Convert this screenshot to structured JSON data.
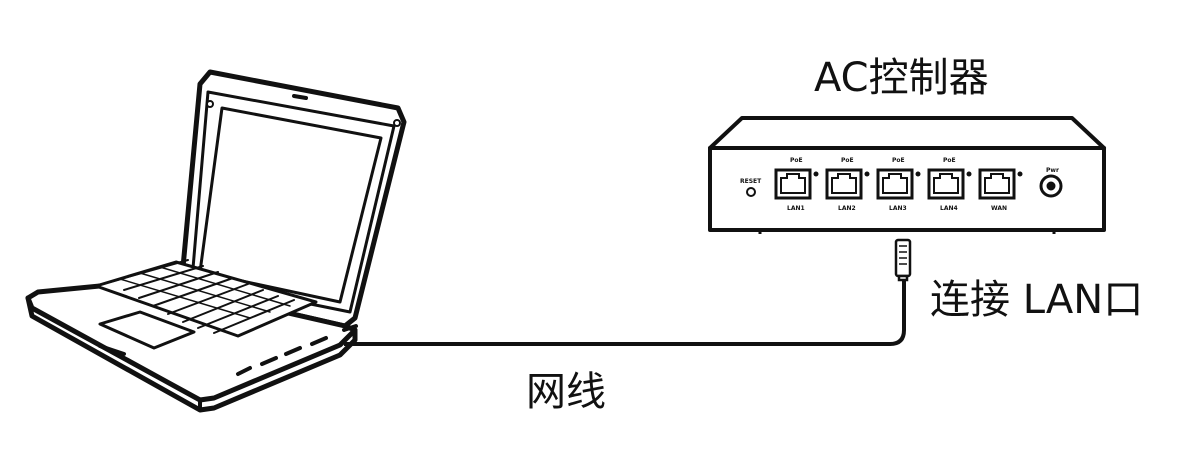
{
  "labels": {
    "controller": "AC控制器",
    "connect_lan": "连接 LAN口",
    "cable": "网线"
  },
  "device": {
    "reset_label": "RESET",
    "poe_label": "PoE",
    "ports": [
      {
        "label": "LAN1",
        "poe": true
      },
      {
        "label": "LAN2",
        "poe": true
      },
      {
        "label": "LAN3",
        "poe": true
      },
      {
        "label": "LAN4",
        "poe": true
      },
      {
        "label": "WAN",
        "poe": false
      }
    ],
    "power_label": "Pwr"
  },
  "colors": {
    "stroke": "#111111",
    "background": "#ffffff"
  }
}
